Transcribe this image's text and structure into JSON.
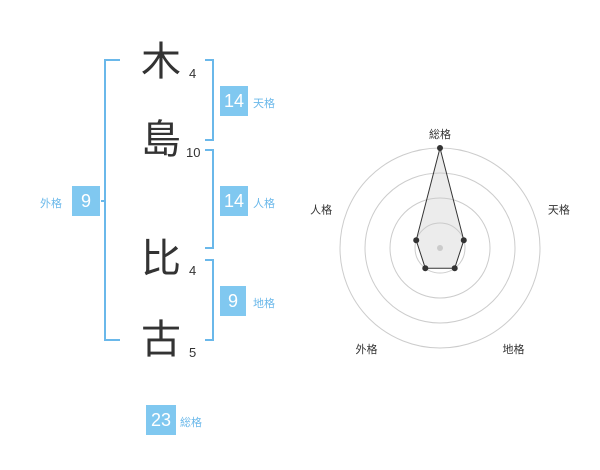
{
  "name": {
    "chars": [
      {
        "char": "木",
        "strokes": "4"
      },
      {
        "char": "島",
        "strokes": "10"
      },
      {
        "char": "比",
        "strokes": "4"
      },
      {
        "char": "古",
        "strokes": "5"
      }
    ]
  },
  "kaku": {
    "tenkaku": {
      "value": "14",
      "label": "天格"
    },
    "jinkaku": {
      "value": "14",
      "label": "人格"
    },
    "chikaku": {
      "value": "9",
      "label": "地格"
    },
    "gaikaku": {
      "value": "9",
      "label": "外格"
    },
    "soukaku": {
      "value": "23",
      "label": "総格"
    }
  },
  "colors": {
    "accent": "#80c8f0",
    "bracket": "#6ab8ea",
    "text": "#333333"
  },
  "chart_data": {
    "type": "radar",
    "axes": [
      "総格",
      "天格",
      "地格",
      "外格",
      "人格"
    ],
    "values": [
      4,
      1,
      1,
      1,
      1
    ],
    "rmax": 4,
    "rings": 4
  }
}
